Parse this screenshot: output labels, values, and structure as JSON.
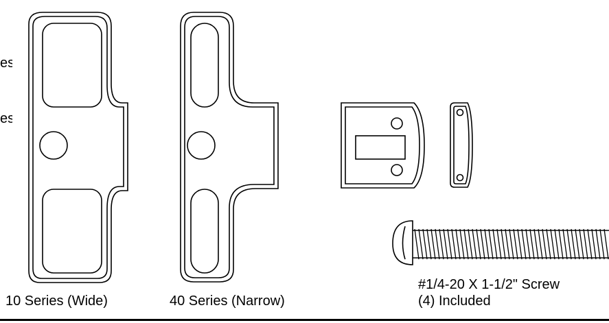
{
  "left_fragments": [
    "es",
    "es"
  ],
  "labels": {
    "wide": "10 Series (Wide)",
    "narrow": "40 Series (Narrow)",
    "screw_line1": "#1/4-20 X 1-1/2\" Screw",
    "screw_line2": "(4) Included"
  },
  "colors": {
    "stroke": "#000000",
    "background": "#ffffff"
  }
}
